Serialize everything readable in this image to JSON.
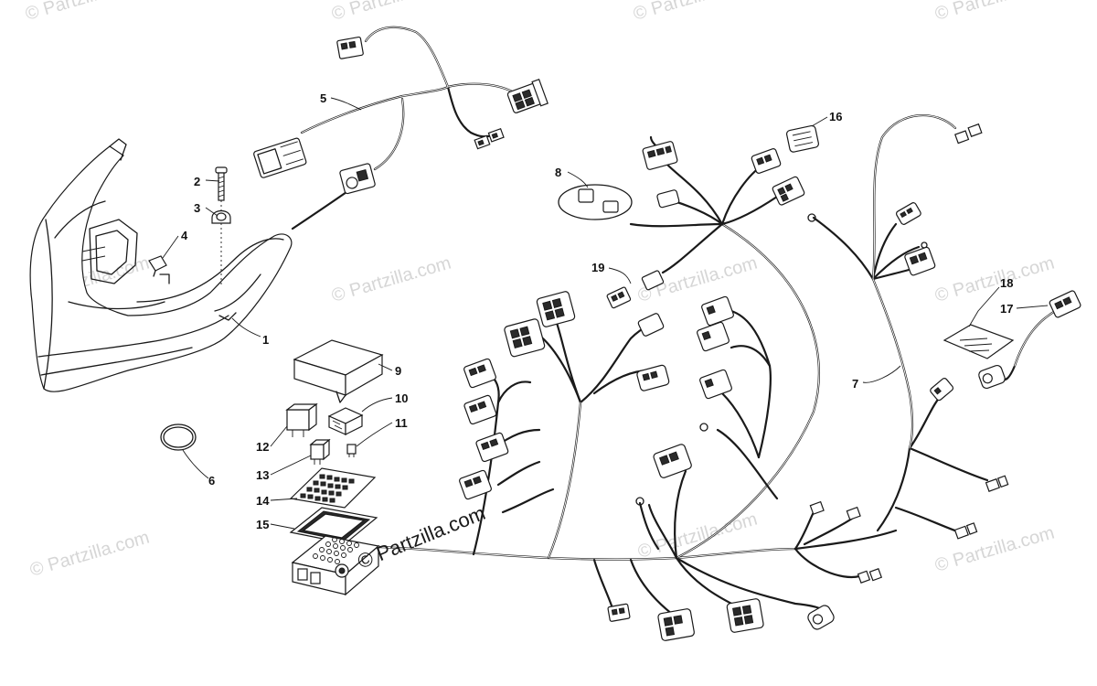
{
  "diagram": {
    "watermark_text": "© Partzilla.com",
    "watermark_text_main": "© Partzilla.com",
    "part_labels": [
      "1",
      "2",
      "3",
      "4",
      "5",
      "6",
      "7",
      "8",
      "9",
      "10",
      "11",
      "12",
      "13",
      "14",
      "15",
      "16",
      "17",
      "18",
      "19"
    ]
  }
}
